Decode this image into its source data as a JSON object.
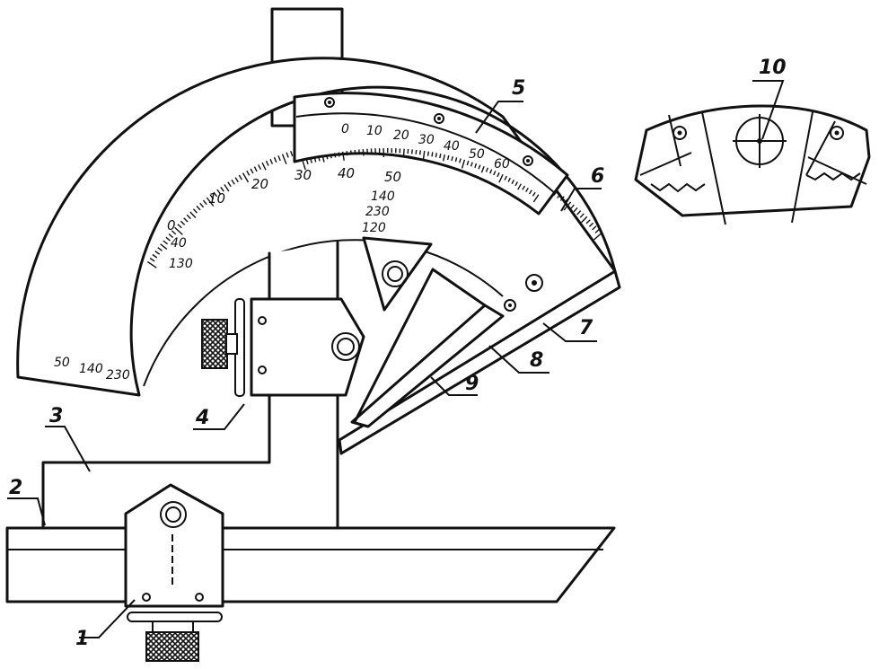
{
  "callouts": {
    "c1": "1",
    "c2": "2",
    "c3": "3",
    "c4": "4",
    "c5": "5",
    "c6": "6",
    "c7": "7",
    "c8": "8",
    "c9": "9",
    "c10": "10"
  },
  "vernier_scale": [
    "0",
    "10",
    "20",
    "30",
    "40",
    "50",
    "60"
  ],
  "main_scale_outer": [
    "0",
    "10",
    "20",
    "30",
    "40",
    "50"
  ],
  "main_scale_lower_left": [
    "50",
    "140",
    "230"
  ],
  "main_scale_center": [
    "140",
    "230",
    "120"
  ],
  "main_scale_inner": [
    "40",
    "130"
  ]
}
